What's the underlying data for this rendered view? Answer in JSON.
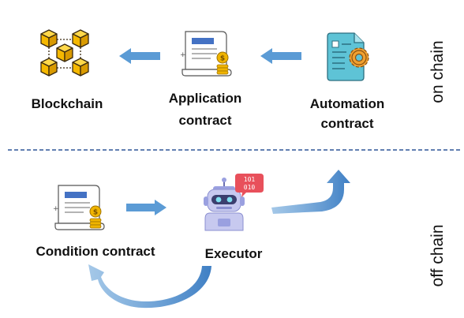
{
  "labels": {
    "blockchain": "Blockchain",
    "application_line1": "Application",
    "application_line2": "contract",
    "automation_line1": "Automation",
    "automation_line2": "contract",
    "condition": "Condition contract",
    "executor": "Executor",
    "badge_line1": "101",
    "badge_line2": "010"
  },
  "side_labels": {
    "top": "on chain",
    "bottom": "off chain"
  },
  "colors": {
    "arrow": "#5b9bd5",
    "divider": "#2f5597",
    "cube": "#f5b800",
    "document_accent": "#4472c4",
    "coin": "#f0b400",
    "automation_sheet": "#5ec3d6",
    "gear": "#f0a030",
    "robot_body": "#c7c9ef",
    "badge": "#e8505b"
  },
  "icons": {
    "blockchain": "blockchain-cubes-icon",
    "application": "contract-scroll-coin-icon",
    "automation": "document-gear-icon",
    "condition": "contract-scroll-coin-icon",
    "executor": "robot-icon"
  }
}
